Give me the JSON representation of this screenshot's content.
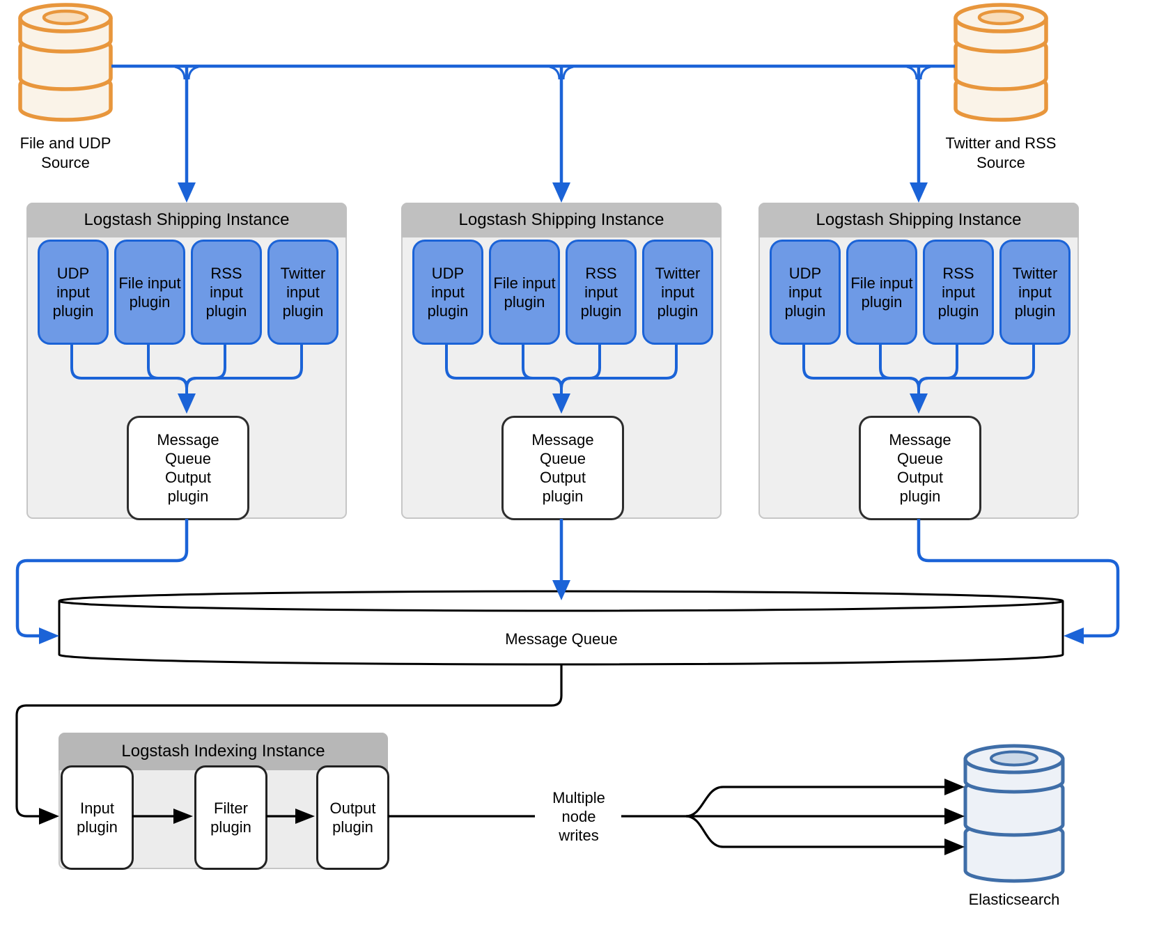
{
  "sources": {
    "left": {
      "line1": "File and UDP",
      "line2": "Source"
    },
    "right": {
      "line1": "Twitter and RSS",
      "line2": "Source"
    }
  },
  "shipping_instances": [
    {
      "title": "Logstash Shipping Instance",
      "plugins": [
        "UDP input plugin",
        "File input plugin",
        "RSS input plugin",
        "Twitter input plugin"
      ],
      "output": "Message Queue Output plugin"
    },
    {
      "title": "Logstash Shipping Instance",
      "plugins": [
        "UDP input plugin",
        "File input plugin",
        "RSS input plugin",
        "Twitter input plugin"
      ],
      "output": "Message Queue Output plugin"
    },
    {
      "title": "Logstash Shipping Instance",
      "plugins": [
        "UDP input plugin",
        "File input plugin",
        "RSS input plugin",
        "Twitter input plugin"
      ],
      "output": "Message Queue Output plugin"
    }
  ],
  "queue": {
    "label": "Message Queue"
  },
  "indexing": {
    "title": "Logstash Indexing Instance",
    "plugins": [
      "Input plugin",
      "Filter plugin",
      "Output plugin"
    ]
  },
  "flow": {
    "multiple_node_writes": "Multiple node writes"
  },
  "elasticsearch": {
    "label": "Elasticsearch"
  },
  "colors": {
    "connector_blue": "#1b63d7",
    "plugin_fill_blue": "#6e9ae6",
    "source_orange": "#e8963c",
    "source_fill": "#faf3e8",
    "source_hole": "#f8ddbb",
    "elasticsearch_border": "#3f6ea8",
    "elasticsearch_fill": "#edf1f7",
    "elasticsearch_hole": "#ccd9e8",
    "header_gray": "#c0c0c0",
    "container_gray": "#efefef",
    "flow_black": "#000000"
  }
}
